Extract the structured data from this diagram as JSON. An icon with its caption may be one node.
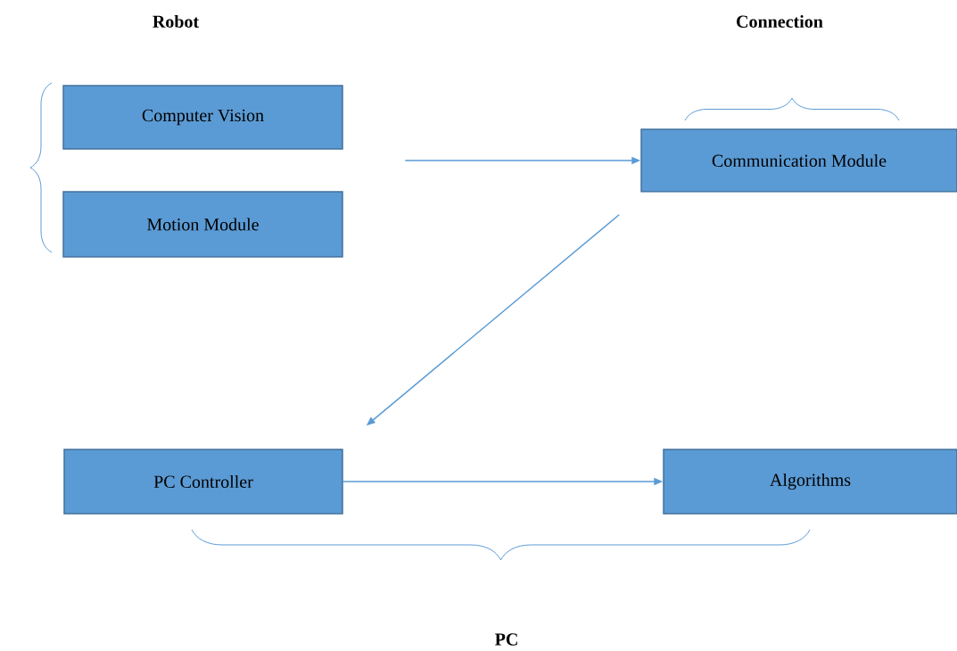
{
  "diagram": {
    "nodes": [
      {
        "text": [
          "Computer Vision"
        ]
      },
      {
        "text": [
          "Motion Module"
        ]
      },
      {
        "text": [
          "Communication Module"
        ]
      },
      {
        "text": [
          "PC Controller"
        ]
      },
      {
        "text": [
          "Algorithms"
        ]
      }
    ],
    "edges": [
      {
        "from": null,
        "to": 2,
        "arrow": "to"
      },
      {
        "from": 2,
        "to": 3,
        "arrow": "to"
      },
      {
        "from": 3,
        "to": 4,
        "arrow": "to"
      }
    ],
    "labels": [
      "Robot",
      "Connection",
      "PC"
    ]
  }
}
